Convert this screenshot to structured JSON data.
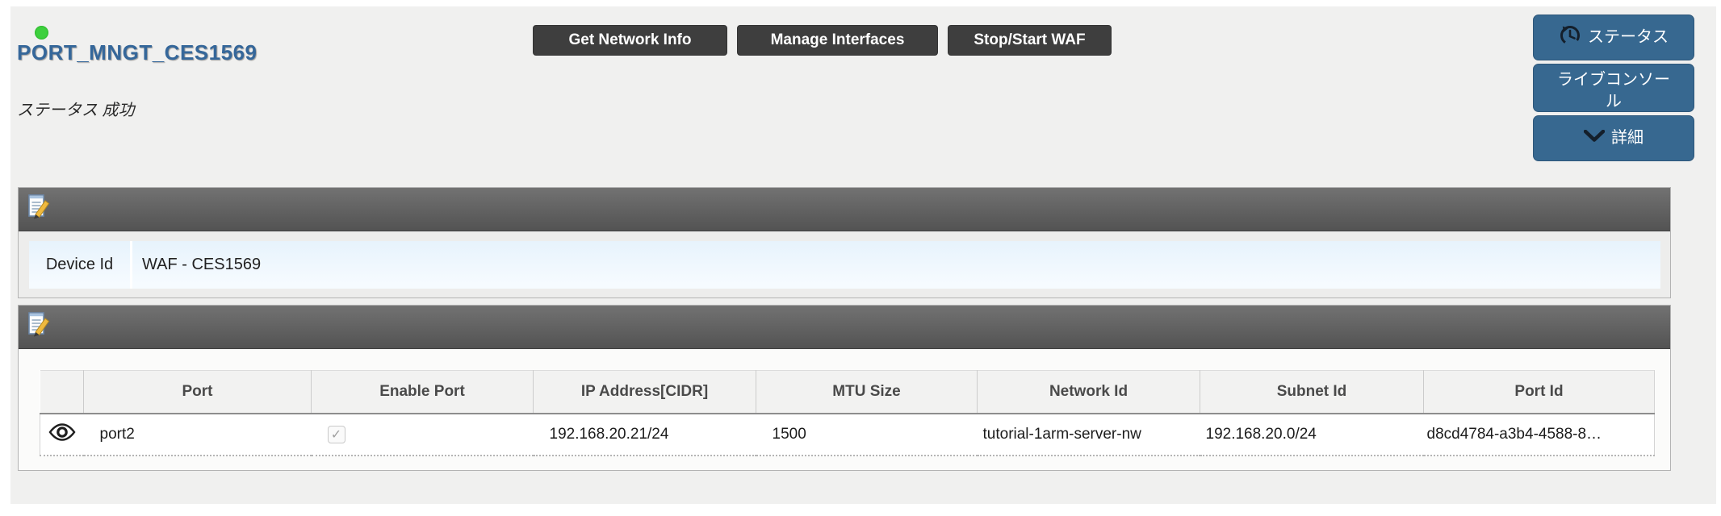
{
  "header": {
    "title": "PORT_MNGT_CES1569",
    "status_text": "ステータス 成功",
    "actions": [
      {
        "label": "Get Network Info"
      },
      {
        "label": "Manage Interfaces"
      },
      {
        "label": "Stop/Start WAF"
      }
    ],
    "side_actions": [
      {
        "label": "ステータス",
        "icon": "history-clock-icon"
      },
      {
        "label": "ライブコンソール",
        "icon": "none"
      },
      {
        "label": "詳細",
        "icon": "chevron-down-icon"
      }
    ]
  },
  "device_panel": {
    "field_label": "Device Id",
    "field_value": "WAF - CES1569"
  },
  "ports_panel": {
    "columns": [
      "",
      "Port",
      "Enable Port",
      "IP Address[CIDR]",
      "MTU Size",
      "Network Id",
      "Subnet Id",
      "Port Id"
    ],
    "rows": [
      {
        "port": "port2",
        "enable_port": true,
        "ip_cidr": "192.168.20.21/24",
        "mtu": "1500",
        "network_id": "tutorial-1arm-server-nw",
        "subnet_id": "192.168.20.0/24",
        "port_id": "d8cd4784-a3b4-4588-8…"
      }
    ]
  },
  "icons": {
    "check_glyph": "✓"
  },
  "colors": {
    "accent_blue_button": "#376890",
    "dark_button": "#3e3e3e",
    "title_blue": "#35679a",
    "status_dot_green": "#3ed03e",
    "panel_header_top": "#727272",
    "panel_header_bottom": "#535353",
    "device_row_blue": "#e7f3fc"
  }
}
